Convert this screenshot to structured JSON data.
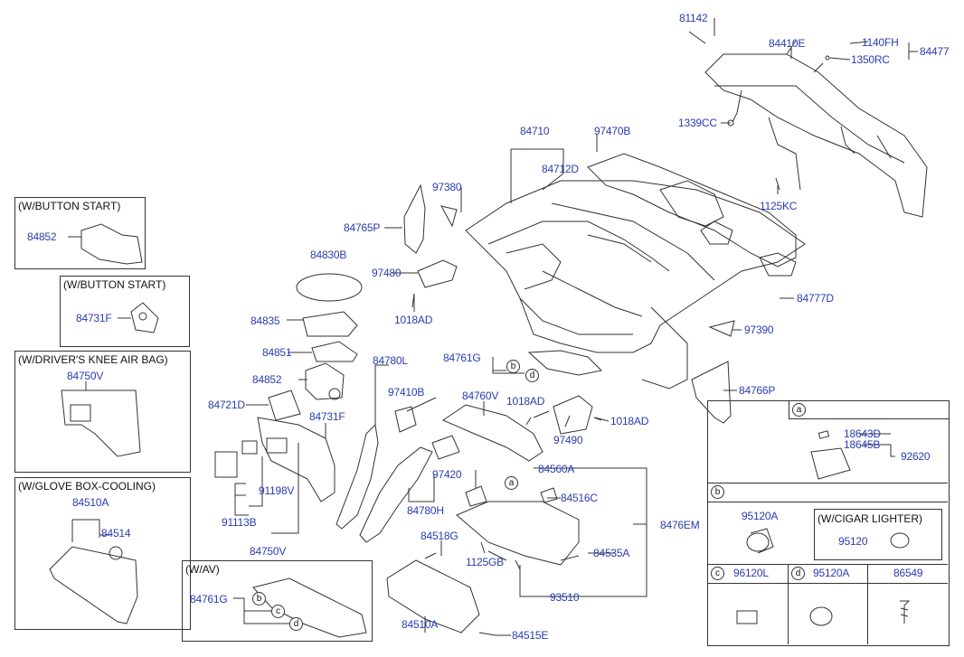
{
  "part_labels": {
    "p81142": "81142",
    "p84410E": "84410E",
    "p1140FH": "1140FH",
    "p84477": "84477",
    "p1350RC": "1350RC",
    "p1339CC": "1339CC",
    "p84710": "84710",
    "p97470B": "97470B",
    "p84712D": "84712D",
    "p1125KC": "1125KC",
    "p97380": "97380",
    "p84765P": "84765P",
    "p84830B": "84830B",
    "p97480": "97480",
    "p1018AD_a": "1018AD",
    "p84777D": "84777D",
    "p84835": "84835",
    "p97390": "97390",
    "p84851": "84851",
    "p84761G_a": "84761G",
    "p84852_main": "84852",
    "p84780L": "84780L",
    "p97410B": "97410B",
    "p84721D": "84721D",
    "p84731F_main": "84731F",
    "p84760V": "84760V",
    "p1018AD_b": "1018AD",
    "p1018AD_c": "1018AD",
    "p84766P": "84766P",
    "p97490": "97490",
    "p84560A": "84560A",
    "p97420": "97420",
    "p91198V": "91198V",
    "p84516C": "84516C",
    "p84780H": "84780H",
    "p91113B": "91113B",
    "p8476EM": "8476EM",
    "p84518G": "84518G",
    "p84750V_main": "84750V",
    "p84535A": "84535A",
    "p1125GB": "1125GB",
    "p93510": "93510",
    "p84510A_main": "84510A",
    "p84515E": "84515E",
    "p84761G_b": "84761G"
  },
  "insets": {
    "button_start_1": {
      "title": "(W/BUTTON START)",
      "part": "84852"
    },
    "button_start_2": {
      "title": "(W/BUTTON START)",
      "part": "84731F"
    },
    "knee_airbag": {
      "title": "(W/DRIVER'S KNEE AIR BAG)",
      "part": "84750V"
    },
    "glovebox_cooling": {
      "title": "(W/GLOVE BOX-COOLING)",
      "part_a": "84510A",
      "part_b": "84514"
    },
    "av": {
      "title": "(W/AV)"
    }
  },
  "ref_table": {
    "a": {
      "letter": "a",
      "p1": "18643D",
      "p2": "18645B",
      "p3": "92620"
    },
    "b": {
      "letter": "b",
      "p1": "95120A",
      "sub_title": "(W/CIGAR LIGHTER)",
      "p2": "95120"
    },
    "c": {
      "letter": "c",
      "p1": "96120L"
    },
    "d": {
      "letter": "d",
      "p1": "95120A"
    },
    "e": {
      "p1": "86549"
    }
  },
  "callout_letters": {
    "b": "b",
    "c": "c",
    "d": "d",
    "a": "a"
  },
  "colors": {
    "label": "#2a3cb3",
    "line": "#333333"
  }
}
